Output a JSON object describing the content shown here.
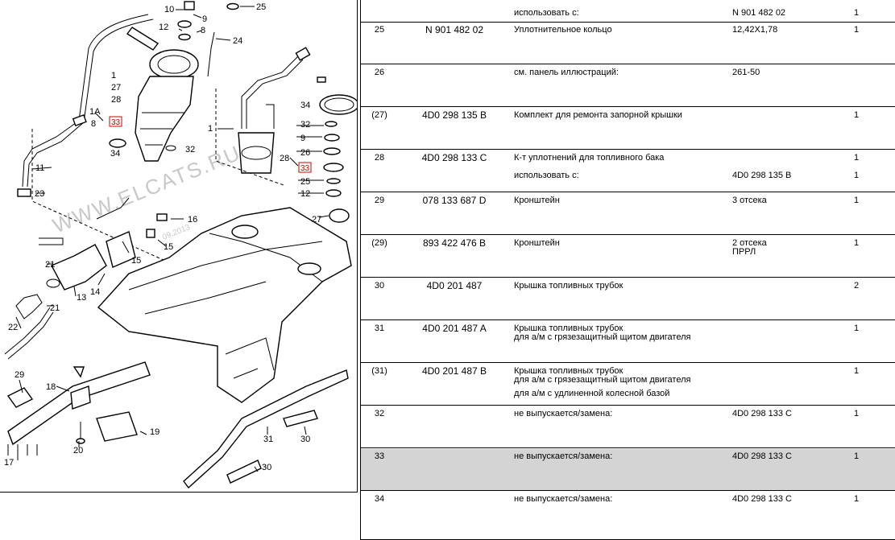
{
  "diagram": {
    "watermark": "WWW.ELCATS.RU",
    "date_stamp": "09.2013",
    "hotspot_label": "33",
    "callouts": [
      "10",
      "9",
      "25",
      "12",
      "8",
      "24",
      "1",
      "27",
      "28",
      "1A",
      "8",
      "33",
      "34",
      "32",
      "11",
      "23",
      "16",
      "15",
      "21",
      "14",
      "13",
      "15",
      "21",
      "22",
      "1",
      "34",
      "32",
      "9",
      "26",
      "28",
      "33",
      "25",
      "12",
      "27",
      "29",
      "18",
      "19",
      "20",
      "17",
      "31",
      "30",
      "30"
    ]
  },
  "parts": [
    {
      "pos": "",
      "number": "",
      "desc_lines": [
        "использовать с:"
      ],
      "note_lines": [
        "N 901 482 02"
      ],
      "qty": "1"
    },
    {
      "pos": "25",
      "number": "N 901 482 02",
      "desc_lines": [
        "Уплотнительное кольцо"
      ],
      "note_lines": [
        "12,42X1,78"
      ],
      "qty": "1"
    },
    {
      "pos": "26",
      "number": "",
      "desc_lines": [
        "см. панель иллюстраций:"
      ],
      "note_lines": [
        "261-50"
      ],
      "qty": ""
    },
    {
      "pos": "(27)",
      "number": "4D0 298 135 B",
      "desc_lines": [
        "Комплект для ремонта запорной крышки"
      ],
      "note_lines": [],
      "qty": "1"
    },
    {
      "pos": "28",
      "number": "4D0 298 133 C",
      "desc_lines": [
        "К-т уплотнений для топливного бака"
      ],
      "note_lines": [],
      "qty": "1",
      "extra": {
        "desc": "использовать с:",
        "note": "4D0 298 135 B",
        "qty": "1"
      }
    },
    {
      "pos": "29",
      "number": "078 133 687 D",
      "desc_lines": [
        "Кронштейн"
      ],
      "note_lines": [
        "3 отсека"
      ],
      "qty": "1"
    },
    {
      "pos": "(29)",
      "number": "893 422 476 B",
      "desc_lines": [
        "Кронштейн"
      ],
      "note_lines": [
        "2 отсека",
        "ПРРЛ"
      ],
      "qty": "1"
    },
    {
      "pos": "30",
      "number": "4D0 201 487",
      "desc_lines": [
        "Крышка топливных трубок"
      ],
      "note_lines": [],
      "qty": "2"
    },
    {
      "pos": "31",
      "number": "4D0 201 487 A",
      "desc_lines": [
        "Крышка топливных трубок",
        "для а/м с грязезащитный щитом двигателя"
      ],
      "note_lines": [],
      "qty": "1"
    },
    {
      "pos": "(31)",
      "number": "4D0 201 487 B",
      "desc_lines": [
        "Крышка топливных трубок",
        "для а/м с грязезащитный щитом двигателя"
      ],
      "note_lines": [],
      "qty": "1",
      "extra": {
        "desc": "для а/м с удлиненной колесной базой",
        "note": "",
        "qty": ""
      }
    },
    {
      "pos": "32",
      "number": "",
      "desc_lines": [
        "не выпускается/замена:"
      ],
      "note_lines": [
        "4D0 298 133 C"
      ],
      "qty": "1"
    },
    {
      "pos": "33",
      "number": "",
      "desc_lines": [
        "не выпускается/замена:"
      ],
      "note_lines": [
        "4D0 298 133 C"
      ],
      "qty": "1",
      "selected": true
    },
    {
      "pos": "34",
      "number": "",
      "desc_lines": [
        "не выпускается/замена:"
      ],
      "note_lines": [
        "4D0 298 133 C"
      ],
      "qty": "1"
    }
  ],
  "colors": {
    "selected_row": "#d4d4d4",
    "hotspot": "#d00000",
    "watermark": "#c8c8c8"
  }
}
